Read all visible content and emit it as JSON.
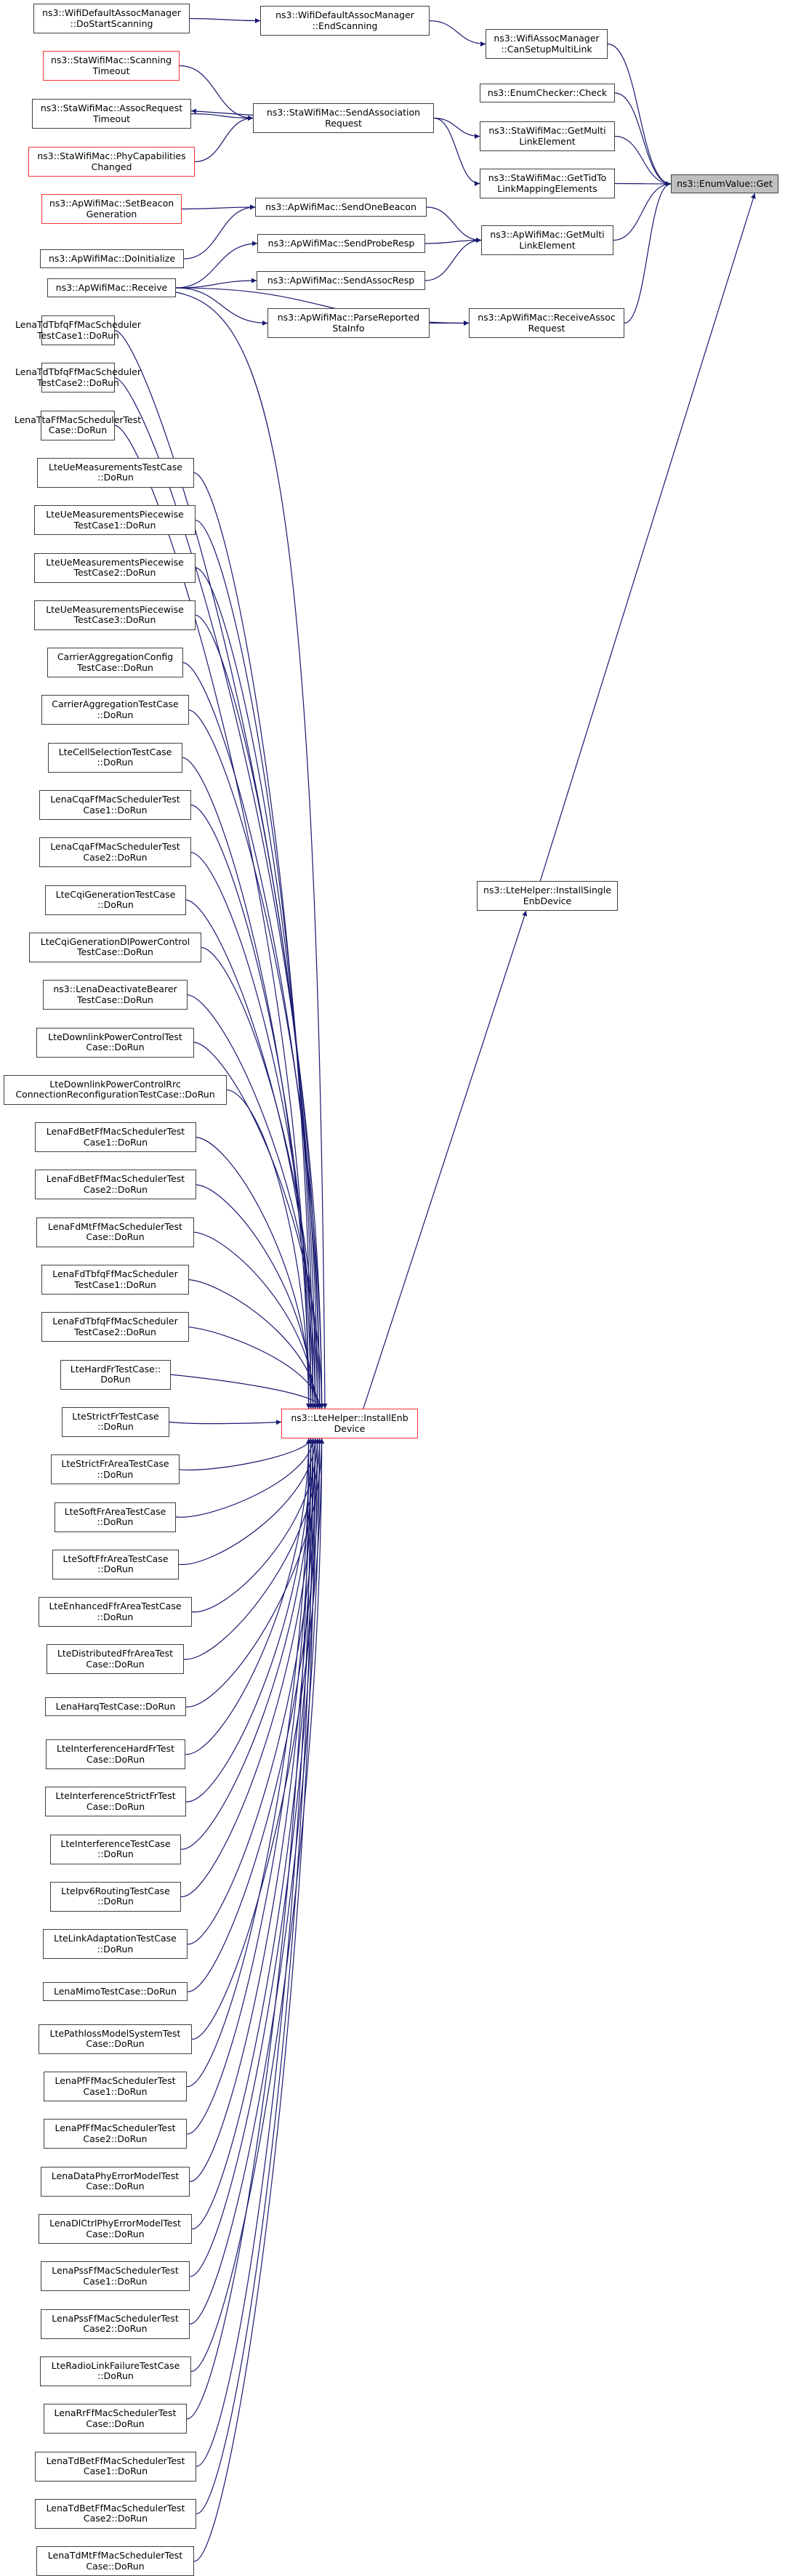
{
  "graph": {
    "title": "Caller graph of ns3::EnumValue::Get",
    "colors": {
      "edge": "#191970",
      "node_border": "#404040",
      "highlight_border": "#ff3333",
      "root_fill": "#bfbfbf"
    },
    "nodes": [
      {
        "id": "get",
        "label": "ns3::EnumValue::Get",
        "style": "root"
      },
      {
        "id": "canSetup",
        "label": "ns3::WifiAssocManager\n::CanSetupMultiLink",
        "style": "normal"
      },
      {
        "id": "enumCheck",
        "label": "ns3::EnumChecker::Check",
        "style": "normal"
      },
      {
        "id": "staGetML",
        "label": "ns3::StaWifiMac::GetMulti\nLinkElement",
        "style": "normal"
      },
      {
        "id": "staGetTid",
        "label": "ns3::StaWifiMac::GetTidTo\nLinkMappingElements",
        "style": "normal"
      },
      {
        "id": "apGetML",
        "label": "ns3::ApWifiMac::GetMulti\nLinkElement",
        "style": "normal"
      },
      {
        "id": "apRecvAssoc",
        "label": "ns3::ApWifiMac::ReceiveAssoc\nRequest",
        "style": "normal"
      },
      {
        "id": "installSingle",
        "label": "ns3::LteHelper::InstallSingle\nEnbDevice",
        "style": "normal"
      },
      {
        "id": "endScan",
        "label": "ns3::WifiDefaultAssocManager\n::EndScanning",
        "style": "normal"
      },
      {
        "id": "sendAssocReq",
        "label": "ns3::StaWifiMac::SendAssociation\nRequest",
        "style": "normal"
      },
      {
        "id": "sendOneBeacon",
        "label": "ns3::ApWifiMac::SendOneBeacon",
        "style": "normal"
      },
      {
        "id": "sendProbe",
        "label": "ns3::ApWifiMac::SendProbeResp",
        "style": "normal"
      },
      {
        "id": "sendAssocResp",
        "label": "ns3::ApWifiMac::SendAssocResp",
        "style": "normal"
      },
      {
        "id": "parseSta",
        "label": "ns3::ApWifiMac::ParseReported\nStaInfo",
        "style": "normal"
      },
      {
        "id": "installEnb",
        "label": "ns3::LteHelper::InstallEnb\nDevice",
        "style": "highlight"
      },
      {
        "id": "doStartScan",
        "label": "ns3::WifiDefaultAssocManager\n::DoStartScanning",
        "style": "normal"
      },
      {
        "id": "scanTimeout",
        "label": "ns3::StaWifiMac::Scanning\nTimeout",
        "style": "highlight"
      },
      {
        "id": "assocTimeout",
        "label": "ns3::StaWifiMac::AssocRequest\nTimeout",
        "style": "normal"
      },
      {
        "id": "phyCap",
        "label": "ns3::StaWifiMac::PhyCapabilities\nChanged",
        "style": "highlight"
      },
      {
        "id": "setBeacon",
        "label": "ns3::ApWifiMac::SetBeacon\nGeneration",
        "style": "highlight"
      },
      {
        "id": "doInit",
        "label": "ns3::ApWifiMac::DoInitialize",
        "style": "normal"
      },
      {
        "id": "receive",
        "label": "ns3::ApWifiMac::Receive",
        "style": "normal"
      },
      {
        "id": "t0",
        "label": "LenaTdTbfqFfMacScheduler\nTestCase1::DoRun",
        "style": "normal"
      },
      {
        "id": "t1",
        "label": "LenaTdTbfqFfMacScheduler\nTestCase2::DoRun",
        "style": "normal"
      },
      {
        "id": "t2",
        "label": "LenaTtaFfMacSchedulerTest\nCase::DoRun",
        "style": "normal"
      },
      {
        "id": "t3",
        "label": "LteUeMeasurementsTestCase\n::DoRun",
        "style": "normal"
      },
      {
        "id": "t4",
        "label": "LteUeMeasurementsPiecewise\nTestCase1::DoRun",
        "style": "normal"
      },
      {
        "id": "t5",
        "label": "LteUeMeasurementsPiecewise\nTestCase2::DoRun",
        "style": "normal"
      },
      {
        "id": "t6",
        "label": "LteUeMeasurementsPiecewise\nTestCase3::DoRun",
        "style": "normal"
      },
      {
        "id": "t7",
        "label": "CarrierAggregationConfig\nTestCase::DoRun",
        "style": "normal"
      },
      {
        "id": "t8",
        "label": "CarrierAggregationTestCase\n::DoRun",
        "style": "normal"
      },
      {
        "id": "t9",
        "label": "LteCellSelectionTestCase\n::DoRun",
        "style": "normal"
      },
      {
        "id": "t10",
        "label": "LenaCqaFfMacSchedulerTest\nCase1::DoRun",
        "style": "normal"
      },
      {
        "id": "t11",
        "label": "LenaCqaFfMacSchedulerTest\nCase2::DoRun",
        "style": "normal"
      },
      {
        "id": "t12",
        "label": "LteCqiGenerationTestCase\n::DoRun",
        "style": "normal"
      },
      {
        "id": "t13",
        "label": "LteCqiGenerationDlPowerControl\nTestCase::DoRun",
        "style": "normal"
      },
      {
        "id": "t14",
        "label": "ns3::LenaDeactivateBearer\nTestCase::DoRun",
        "style": "normal"
      },
      {
        "id": "t15",
        "label": "LteDownlinkPowerControlTest\nCase::DoRun",
        "style": "normal"
      },
      {
        "id": "t16",
        "label": "LteDownlinkPowerControlRrc\nConnectionReconfigurationTestCase::DoRun",
        "style": "normal"
      },
      {
        "id": "t17",
        "label": "LenaFdBetFfMacSchedulerTest\nCase1::DoRun",
        "style": "normal"
      },
      {
        "id": "t18",
        "label": "LenaFdBetFfMacSchedulerTest\nCase2::DoRun",
        "style": "normal"
      },
      {
        "id": "t19",
        "label": "LenaFdMtFfMacSchedulerTest\nCase::DoRun",
        "style": "normal"
      },
      {
        "id": "t20",
        "label": "LenaFdTbfqFfMacScheduler\nTestCase1::DoRun",
        "style": "normal"
      },
      {
        "id": "t21",
        "label": "LenaFdTbfqFfMacScheduler\nTestCase2::DoRun",
        "style": "normal"
      },
      {
        "id": "t22",
        "label": "LteHardFrTestCase::\nDoRun",
        "style": "normal"
      },
      {
        "id": "t23",
        "label": "LteStrictFrTestCase\n::DoRun",
        "style": "normal"
      },
      {
        "id": "t24",
        "label": "LteStrictFrAreaTestCase\n::DoRun",
        "style": "normal"
      },
      {
        "id": "t25",
        "label": "LteSoftFrAreaTestCase\n::DoRun",
        "style": "normal"
      },
      {
        "id": "t26",
        "label": "LteSoftFfrAreaTestCase\n::DoRun",
        "style": "normal"
      },
      {
        "id": "t27",
        "label": "LteEnhancedFfrAreaTestCase\n::DoRun",
        "style": "normal"
      },
      {
        "id": "t28",
        "label": "LteDistributedFfrAreaTest\nCase::DoRun",
        "style": "normal"
      },
      {
        "id": "t29",
        "label": "LenaHarqTestCase::DoRun",
        "style": "normal"
      },
      {
        "id": "t30",
        "label": "LteInterferenceHardFrTest\nCase::DoRun",
        "style": "normal"
      },
      {
        "id": "t31",
        "label": "LteInterferenceStrictFrTest\nCase::DoRun",
        "style": "normal"
      },
      {
        "id": "t32",
        "label": "LteInterferenceTestCase\n::DoRun",
        "style": "normal"
      },
      {
        "id": "t33",
        "label": "LteIpv6RoutingTestCase\n::DoRun",
        "style": "normal"
      },
      {
        "id": "t34",
        "label": "LteLinkAdaptationTestCase\n::DoRun",
        "style": "normal"
      },
      {
        "id": "t35",
        "label": "LenaMimoTestCase::DoRun",
        "style": "normal"
      },
      {
        "id": "t36",
        "label": "LtePathlossModelSystemTest\nCase::DoRun",
        "style": "normal"
      },
      {
        "id": "t37",
        "label": "LenaPfFfMacSchedulerTest\nCase1::DoRun",
        "style": "normal"
      },
      {
        "id": "t38",
        "label": "LenaPfFfMacSchedulerTest\nCase2::DoRun",
        "style": "normal"
      },
      {
        "id": "t39",
        "label": "LenaDataPhyErrorModelTest\nCase::DoRun",
        "style": "normal"
      },
      {
        "id": "t40",
        "label": "LenaDlCtrlPhyErrorModelTest\nCase::DoRun",
        "style": "normal"
      },
      {
        "id": "t41",
        "label": "LenaPssFfMacSchedulerTest\nCase1::DoRun",
        "style": "normal"
      },
      {
        "id": "t42",
        "label": "LenaPssFfMacSchedulerTest\nCase2::DoRun",
        "style": "normal"
      },
      {
        "id": "t43",
        "label": "LteRadioLinkFailureTestCase\n::DoRun",
        "style": "normal"
      },
      {
        "id": "t44",
        "label": "LenaRrFfMacSchedulerTest\nCase::DoRun",
        "style": "normal"
      },
      {
        "id": "t45",
        "label": "LenaTdBetFfMacSchedulerTest\nCase1::DoRun",
        "style": "normal"
      },
      {
        "id": "t46",
        "label": "LenaTdBetFfMacSchedulerTest\nCase2::DoRun",
        "style": "normal"
      },
      {
        "id": "t47",
        "label": "LenaTdMtFfMacSchedulerTest\nCase::DoRun",
        "style": "normal"
      }
    ],
    "edges": [
      {
        "from": "canSetup",
        "to": "get"
      },
      {
        "from": "enumCheck",
        "to": "get"
      },
      {
        "from": "staGetML",
        "to": "get"
      },
      {
        "from": "staGetTid",
        "to": "get"
      },
      {
        "from": "apGetML",
        "to": "get"
      },
      {
        "from": "apRecvAssoc",
        "to": "get"
      },
      {
        "from": "installSingle",
        "to": "get"
      },
      {
        "from": "endScan",
        "to": "canSetup"
      },
      {
        "from": "sendAssocReq",
        "to": "staGetML"
      },
      {
        "from": "sendAssocReq",
        "to": "staGetTid"
      },
      {
        "from": "sendOneBeacon",
        "to": "apGetML"
      },
      {
        "from": "sendProbe",
        "to": "apGetML"
      },
      {
        "from": "sendAssocResp",
        "to": "apGetML"
      },
      {
        "from": "parseSta",
        "to": "apRecvAssoc"
      },
      {
        "from": "receive",
        "to": "apRecvAssoc"
      },
      {
        "from": "installEnb",
        "to": "installSingle"
      },
      {
        "from": "doStartScan",
        "to": "endScan"
      },
      {
        "from": "scanTimeout",
        "to": "sendAssocReq"
      },
      {
        "from": "assocTimeout",
        "to": "sendAssocReq"
      },
      {
        "from": "sendAssocReq",
        "to": "assocTimeout"
      },
      {
        "from": "phyCap",
        "to": "sendAssocReq"
      },
      {
        "from": "setBeacon",
        "to": "sendOneBeacon"
      },
      {
        "from": "doInit",
        "to": "sendOneBeacon"
      },
      {
        "from": "receive",
        "to": "sendProbe"
      },
      {
        "from": "receive",
        "to": "sendAssocResp"
      },
      {
        "from": "receive",
        "to": "parseSta"
      },
      {
        "from": "t0",
        "to": "installEnb"
      },
      {
        "from": "t1",
        "to": "installEnb"
      },
      {
        "from": "t2",
        "to": "installEnb"
      },
      {
        "from": "t3",
        "to": "installEnb"
      },
      {
        "from": "t4",
        "to": "installEnb"
      },
      {
        "from": "t5",
        "to": "installEnb"
      },
      {
        "from": "t6",
        "to": "installEnb"
      },
      {
        "from": "t7",
        "to": "installEnb"
      },
      {
        "from": "t8",
        "to": "installEnb"
      },
      {
        "from": "t9",
        "to": "installEnb"
      },
      {
        "from": "t10",
        "to": "installEnb"
      },
      {
        "from": "t11",
        "to": "installEnb"
      },
      {
        "from": "t12",
        "to": "installEnb"
      },
      {
        "from": "t13",
        "to": "installEnb"
      },
      {
        "from": "t14",
        "to": "installEnb"
      },
      {
        "from": "t15",
        "to": "installEnb"
      },
      {
        "from": "t16",
        "to": "installEnb"
      },
      {
        "from": "t17",
        "to": "installEnb"
      },
      {
        "from": "t18",
        "to": "installEnb"
      },
      {
        "from": "t19",
        "to": "installEnb"
      },
      {
        "from": "t20",
        "to": "installEnb"
      },
      {
        "from": "t21",
        "to": "installEnb"
      },
      {
        "from": "t22",
        "to": "installEnb"
      },
      {
        "from": "t23",
        "to": "installEnb"
      },
      {
        "from": "t24",
        "to": "installEnb"
      },
      {
        "from": "t25",
        "to": "installEnb"
      },
      {
        "from": "t26",
        "to": "installEnb"
      },
      {
        "from": "t27",
        "to": "installEnb"
      },
      {
        "from": "t28",
        "to": "installEnb"
      },
      {
        "from": "t29",
        "to": "installEnb"
      },
      {
        "from": "t30",
        "to": "installEnb"
      },
      {
        "from": "t31",
        "to": "installEnb"
      },
      {
        "from": "t32",
        "to": "installEnb"
      },
      {
        "from": "t33",
        "to": "installEnb"
      },
      {
        "from": "t34",
        "to": "installEnb"
      },
      {
        "from": "t35",
        "to": "installEnb"
      },
      {
        "from": "t36",
        "to": "installEnb"
      },
      {
        "from": "t37",
        "to": "installEnb"
      },
      {
        "from": "t38",
        "to": "installEnb"
      },
      {
        "from": "t39",
        "to": "installEnb"
      },
      {
        "from": "t40",
        "to": "installEnb"
      },
      {
        "from": "t41",
        "to": "installEnb"
      },
      {
        "from": "t42",
        "to": "installEnb"
      },
      {
        "from": "t43",
        "to": "installEnb"
      },
      {
        "from": "t44",
        "to": "installEnb"
      },
      {
        "from": "t45",
        "to": "installEnb"
      },
      {
        "from": "t46",
        "to": "installEnb"
      },
      {
        "from": "t47",
        "to": "installEnb"
      },
      {
        "from": "receive",
        "to": "installEnb"
      }
    ]
  }
}
